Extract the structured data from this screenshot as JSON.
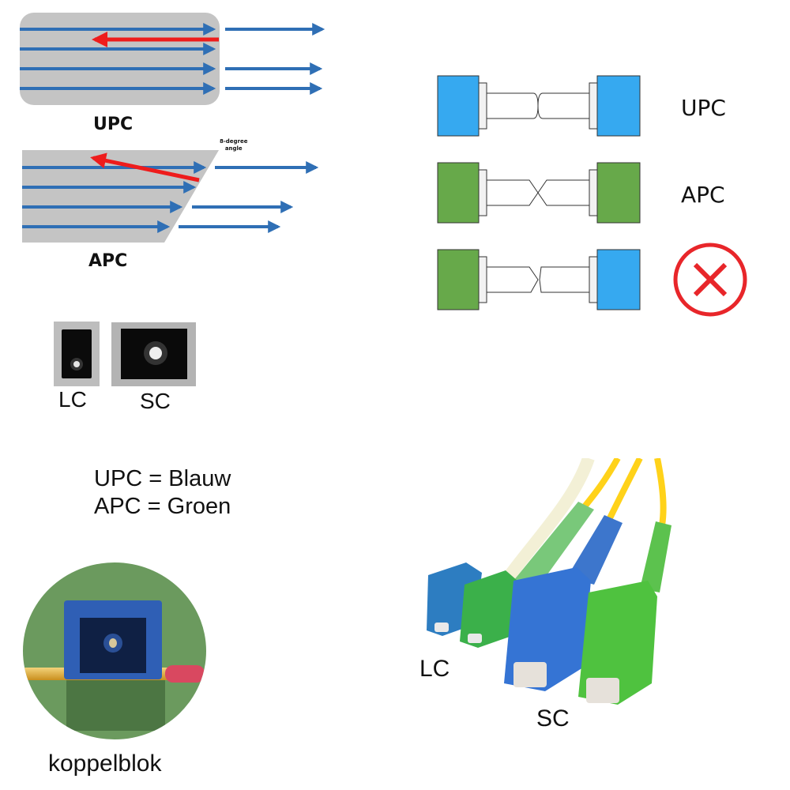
{
  "upc_diagram": {
    "label": "UPC"
  },
  "apc_diagram": {
    "label": "APC",
    "angle_note_line1": "8-degree",
    "angle_note_line2": "angle"
  },
  "ports": {
    "lc_label": "LC",
    "sc_label": "SC"
  },
  "legend": {
    "line1": "UPC = Blauw",
    "line2": "APC = Groen"
  },
  "coupler": {
    "label": "koppelblok"
  },
  "connector_pairs": {
    "rows": [
      {
        "label": "UPC",
        "left_color": "#36a9f0",
        "right_color": "#36a9f0",
        "valid": true
      },
      {
        "label": "APC",
        "left_color": "#67a94a",
        "right_color": "#67a94a",
        "valid": true
      },
      {
        "label": "",
        "left_color": "#67a94a",
        "right_color": "#36a9f0",
        "valid": false
      }
    ],
    "invalid_icon": "x-circle-icon"
  },
  "photo": {
    "lc_label": "LC",
    "sc_label": "SC"
  },
  "colors": {
    "upc": "#2e7bd6",
    "apc": "#3fb24a",
    "arrow": "#2f6fb5",
    "reflection": "#ee1c1c",
    "fiber": "#ffd21a"
  }
}
